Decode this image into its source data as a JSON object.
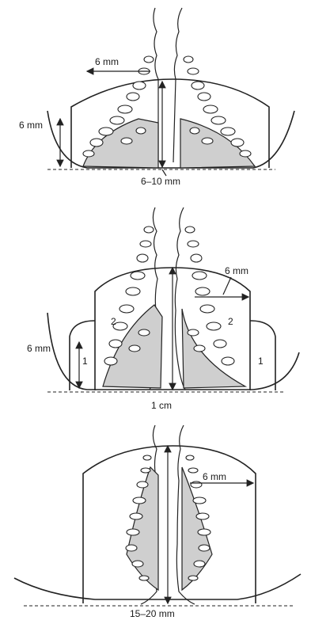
{
  "panels": [
    {
      "id": "top",
      "labels": {
        "width": "6 mm",
        "height": "6 mm",
        "depth": "6–10 mm"
      }
    },
    {
      "id": "middle",
      "labels": {
        "width": "6 mm",
        "height": "6 mm",
        "depth": "1 cm",
        "zone_outer_left": "1",
        "zone_inner_left": "2",
        "zone_inner_right": "2",
        "zone_outer_right": "1"
      }
    },
    {
      "id": "bottom",
      "labels": {
        "width": "6 mm",
        "depth": "15–20 mm"
      }
    }
  ],
  "colors": {
    "line": "#222222",
    "shade": "#cfcfcf",
    "background": "#ffffff"
  }
}
